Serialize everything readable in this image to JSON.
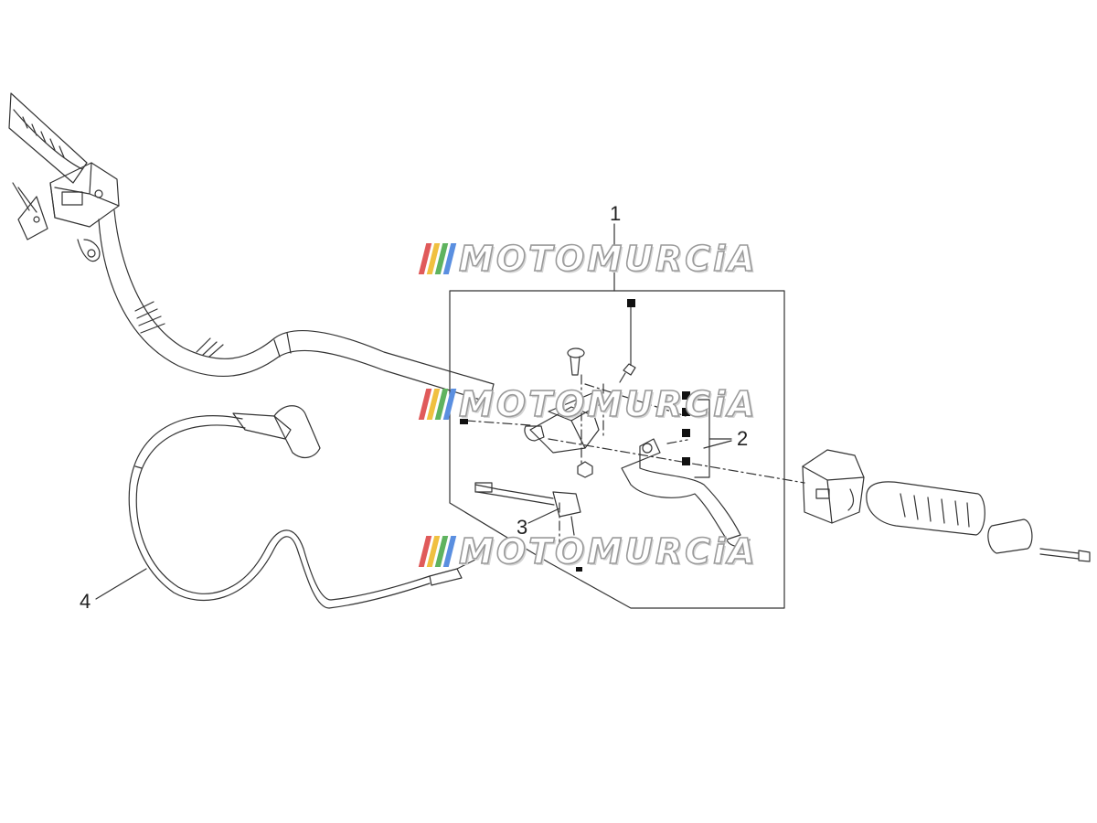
{
  "callouts": [
    {
      "id": "callout-1",
      "label": "1"
    },
    {
      "id": "callout-2",
      "label": "2"
    },
    {
      "id": "callout-3",
      "label": "3"
    },
    {
      "id": "callout-4",
      "label": "4"
    }
  ],
  "watermark": {
    "text": "MOTOMURCiA",
    "stripe_colors": [
      "#e05a5a",
      "#f0c040",
      "#5fb35f",
      "#5a8fe0"
    ]
  },
  "colors": {
    "line": "#333333",
    "marker": "#111111"
  }
}
